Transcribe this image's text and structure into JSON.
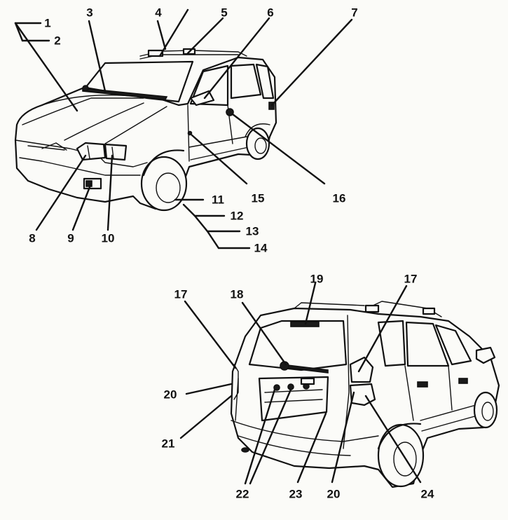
{
  "callouts": {
    "c1": "1",
    "c2": "2",
    "c3": "3",
    "c4": "4",
    "c5": "5",
    "c6": "6",
    "c7": "7",
    "c8": "8",
    "c9": "9",
    "c10": "10",
    "c11": "11",
    "c12": "12",
    "c13": "13",
    "c14": "14",
    "c15": "15",
    "c16": "16",
    "c17a": "17",
    "c17b": "17",
    "c18": "18",
    "c19": "19",
    "c20a": "20",
    "c20b": "20",
    "c21": "21",
    "c22": "22",
    "c23": "23",
    "c24": "24"
  }
}
